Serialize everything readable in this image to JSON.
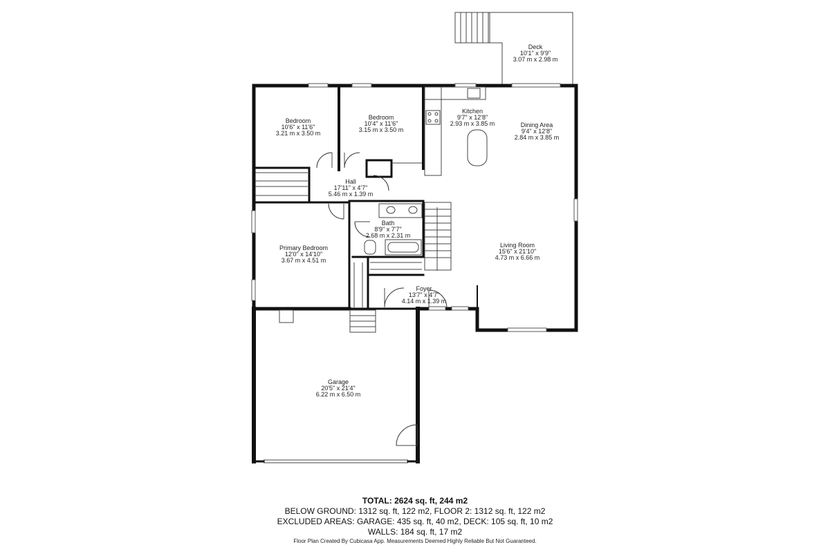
{
  "rooms": {
    "deck": {
      "name": "Deck",
      "imperial": "10'1\" x 9'9\"",
      "metric": "3.07 m x 2.98 m"
    },
    "bedroom1": {
      "name": "Bedroom",
      "imperial": "10'6\" x 11'6\"",
      "metric": "3.21 m x 3.50 m"
    },
    "bedroom2": {
      "name": "Bedroom",
      "imperial": "10'4\" x 11'6\"",
      "metric": "3.15 m x 3.50 m"
    },
    "kitchen": {
      "name": "Kitchen",
      "imperial": "9'7\" x 12'8\"",
      "metric": "2.93 m x 3.85 m"
    },
    "dining": {
      "name": "Dining Area",
      "imperial": "9'4\" x 12'8\"",
      "metric": "2.84 m x 3.85 m"
    },
    "hall": {
      "name": "Hall",
      "imperial": "17'11\" x 4'7\"",
      "metric": "5.46 m x 1.39 m"
    },
    "bath": {
      "name": "Bath",
      "imperial": "8'9\" x 7'7\"",
      "metric": "2.68 m x 2.31 m"
    },
    "primary": {
      "name": "Primary Bedroom",
      "imperial": "12'0\" x 14'10\"",
      "metric": "3.67 m x 4.51 m"
    },
    "living": {
      "name": "Living Room",
      "imperial": "15'6\" x 21'10\"",
      "metric": "4.73 m x 6.66 m"
    },
    "foyer": {
      "name": "Foyer",
      "imperial": "13'7\" x 4'7\"",
      "metric": "4.14 m x 1.39 m"
    },
    "garage": {
      "name": "Garage",
      "imperial": "20'5\" x 21'4\"",
      "metric": "6.22 m x 6.50 m"
    }
  },
  "summary": {
    "total": "TOTAL: 2624 sq. ft, 244 m2",
    "areas": "BELOW GROUND: 1312 sq. ft, 122 m2, FLOOR 2: 1312 sq. ft, 122 m2",
    "excluded": "EXCLUDED AREAS: GARAGE: 435 sq. ft, 40 m2, DECK: 105 sq. ft, 10 m2",
    "walls": "WALLS: 184 sq. ft, 17 m2"
  },
  "footer": "Floor Plan Created By Cubicasa App. Measurements Deemed Highly Reliable But Not Guaranteed."
}
